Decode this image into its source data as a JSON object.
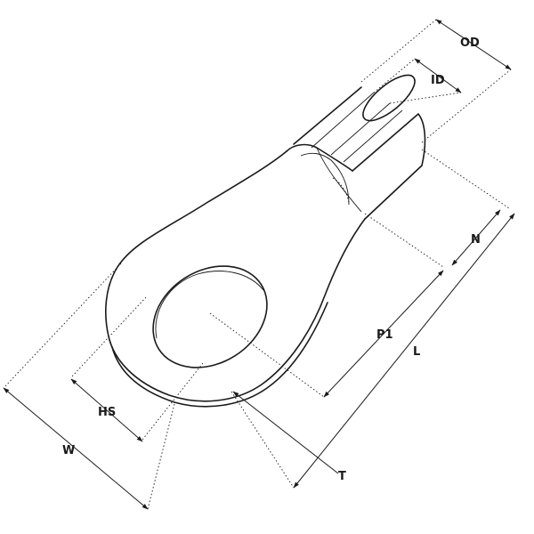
{
  "labels": {
    "od": "OD",
    "id": "ID",
    "n": "N",
    "p1": "P1",
    "l": "L",
    "hs": "HS",
    "w": "W",
    "t": "T"
  }
}
